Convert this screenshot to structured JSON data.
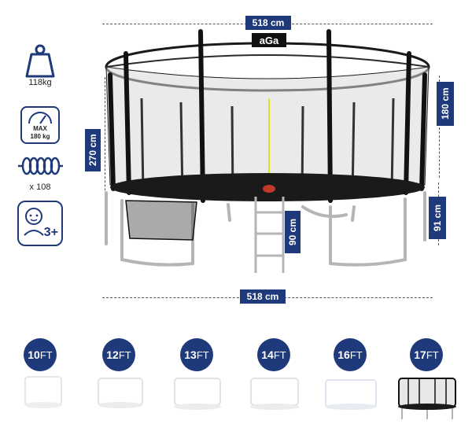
{
  "brand": {
    "logo_text": "aGa"
  },
  "dimensions": {
    "top_width": "518 cm",
    "bottom_width": "518 cm",
    "total_height": "270 cm",
    "net_height": "180 cm",
    "frame_height": "91 cm",
    "ladder_height": "90 cm"
  },
  "specs": {
    "weight": "118kg",
    "max_label": "MAX",
    "max_load": "180 kg",
    "springs": "x 108",
    "age": "3+"
  },
  "sizes": [
    {
      "num": "10",
      "unit": "FT"
    },
    {
      "num": "12",
      "unit": "FT"
    },
    {
      "num": "13",
      "unit": "FT"
    },
    {
      "num": "14",
      "unit": "FT"
    },
    {
      "num": "16",
      "unit": "FT"
    },
    {
      "num": "17",
      "unit": "FT"
    }
  ],
  "colors": {
    "accent": "#1f3a7a",
    "net": "#1a1a1a",
    "frame": "#b8b8b8"
  }
}
